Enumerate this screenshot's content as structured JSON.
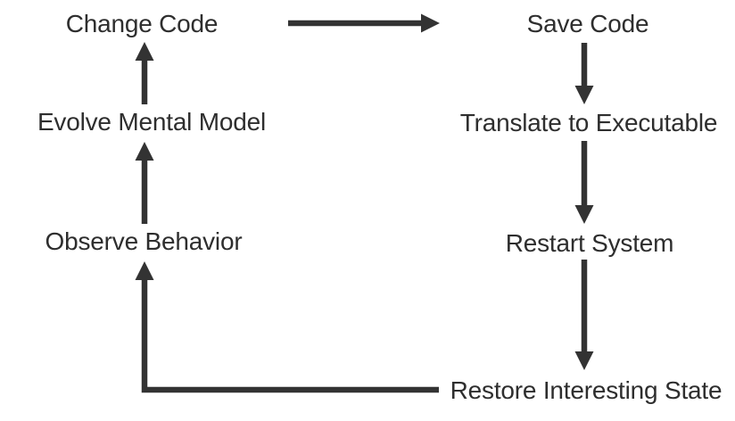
{
  "colors": {
    "ink": "#333333",
    "text": "#2e2e2e",
    "background": "#ffffff"
  },
  "diagram": {
    "type": "flow-cycle",
    "nodes": [
      {
        "id": "change-code",
        "label": "Change Code"
      },
      {
        "id": "save-code",
        "label": "Save Code"
      },
      {
        "id": "translate-to-executable",
        "label": "Translate to Executable"
      },
      {
        "id": "restart-system",
        "label": "Restart System"
      },
      {
        "id": "restore-interesting-state",
        "label": "Restore Interesting State"
      },
      {
        "id": "observe-behavior",
        "label": "Observe Behavior"
      },
      {
        "id": "evolve-mental-model",
        "label": "Evolve Mental Model"
      }
    ],
    "edges": [
      {
        "from": "change-code",
        "to": "save-code"
      },
      {
        "from": "save-code",
        "to": "translate-to-executable"
      },
      {
        "from": "translate-to-executable",
        "to": "restart-system"
      },
      {
        "from": "restart-system",
        "to": "restore-interesting-state"
      },
      {
        "from": "restore-interesting-state",
        "to": "observe-behavior"
      },
      {
        "from": "observe-behavior",
        "to": "evolve-mental-model"
      },
      {
        "from": "evolve-mental-model",
        "to": "change-code"
      }
    ]
  }
}
